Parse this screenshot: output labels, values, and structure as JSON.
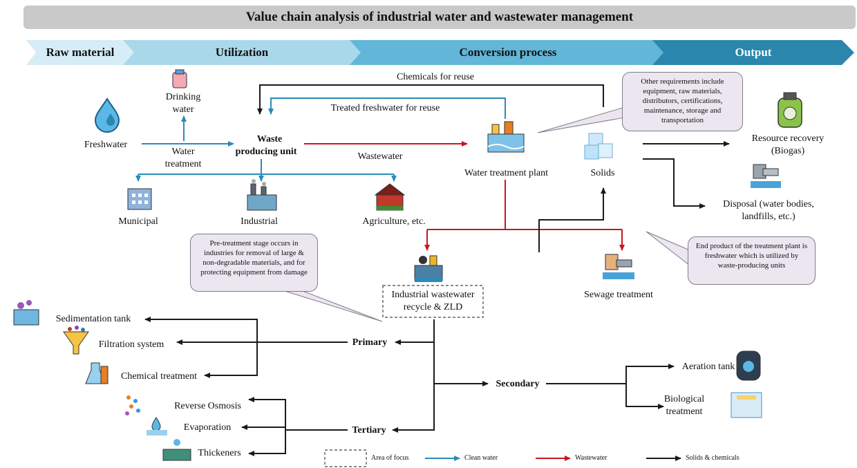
{
  "title": "Value chain analysis of industrial water and wastewater management",
  "stages": [
    "Raw material",
    "Utilization",
    "Conversion process",
    "Output"
  ],
  "nodes": {
    "freshwater": "Freshwater",
    "drinking_water_1": "Drinking",
    "drinking_water_2": "water",
    "water_treatment_1": "Water",
    "water_treatment_2": "treatment",
    "waste_unit_1": "Waste",
    "waste_unit_2": "producing unit",
    "municipal": "Municipal",
    "industrial": "Industrial",
    "agriculture": "Agriculture, etc.",
    "wastewater": "Wastewater",
    "chemicals_reuse": "Chemicals for reuse",
    "treated_freshwater": "Treated freshwater for reuse",
    "water_treatment_plant": "Water treatment plant",
    "solids": "Solids",
    "resource_recovery_1": "Resource recovery",
    "resource_recovery_2": "(Biogas)",
    "disposal_1": "Disposal (water bodies,",
    "disposal_2": "landfills, etc.)",
    "industrial_ww_1": "Industrial wastewater",
    "industrial_ww_2": "recycle & ZLD",
    "sewage": "Sewage treatment",
    "primary": "Primary",
    "secondary": "Secondary",
    "tertiary": "Tertiary",
    "sedimentation": "Sedimentation tank",
    "filtration": "Filtration system",
    "chemical_treatment": "Chemical treatment",
    "reverse_osmosis": "Reverse Osmosis",
    "evaporation": "Evaporation",
    "thickeners": "Thickeners",
    "aeration": "Aeration tank",
    "biological_1": "Biological",
    "biological_2": "treatment"
  },
  "callouts": {
    "other_requirements": "Other requirements include equipment, raw materials, distributors, certifications, maintenance, storage and transportation",
    "end_product": "End product of the treatment plant is freshwater which is utilized by waste-producing units",
    "pretreatment": "Pre-treatment stage occurs in industries for removal of large & non-degradable materials, and for protecting equipment from damage"
  },
  "legend": {
    "area_of_focus": "Area of focus",
    "clean_water": "Clean water",
    "wastewater": "Wastewater",
    "solids_chemicals": "Solids & chemicals"
  },
  "colors": {
    "clean_water": "#2a8bb8",
    "wastewater": "#c8161d",
    "solids": "#1a1a1a",
    "callout_fill": "#ece6f1",
    "stage_1": "#d6ecf6",
    "stage_2": "#a9d8ea",
    "stage_3": "#62b6d8",
    "stage_4": "#2b86ad"
  },
  "icons": [
    "water-drop-icon",
    "drinking-water-icon",
    "municipal-building-icon",
    "factory-icon",
    "barn-icon",
    "treatment-plant-icon",
    "ice-cubes-icon",
    "biogas-cylinder-icon",
    "discharge-pipe-icon",
    "sewage-pipe-icon",
    "wastewater-plant-icon",
    "sedimentation-icon",
    "funnel-icon",
    "flask-icon",
    "osmosis-icon",
    "evaporation-icon",
    "thickener-icon",
    "aeration-tank-icon",
    "biological-tank-icon"
  ]
}
